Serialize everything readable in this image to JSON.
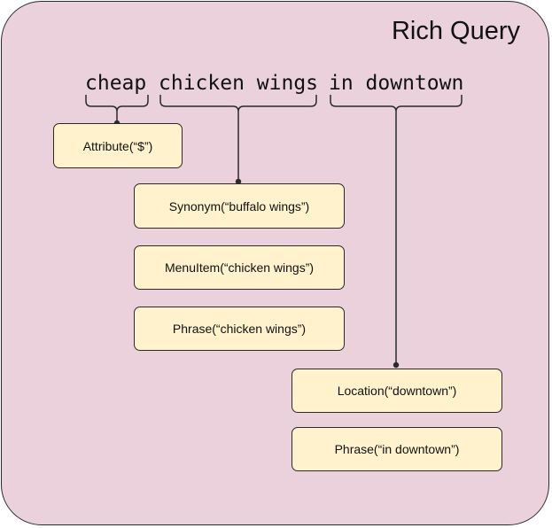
{
  "title": "Rich Query",
  "query": {
    "tokens": [
      "cheap",
      "chicken wings",
      "in downtown"
    ]
  },
  "annotations": {
    "attribute": "Attribute(“$”)",
    "synonym": "Synonym(“buffalo wings”)",
    "menu_item": "MenuItem(“chicken wings”)",
    "phrase_chicken": "Phrase(“chicken wings”)",
    "location": "Location(“downtown”)",
    "phrase_downtown": "Phrase(“in downtown”)"
  },
  "colors": {
    "panel_fill": "#ead1dc",
    "box_fill": "#fff2cc",
    "stroke": "#2a2a2a"
  }
}
